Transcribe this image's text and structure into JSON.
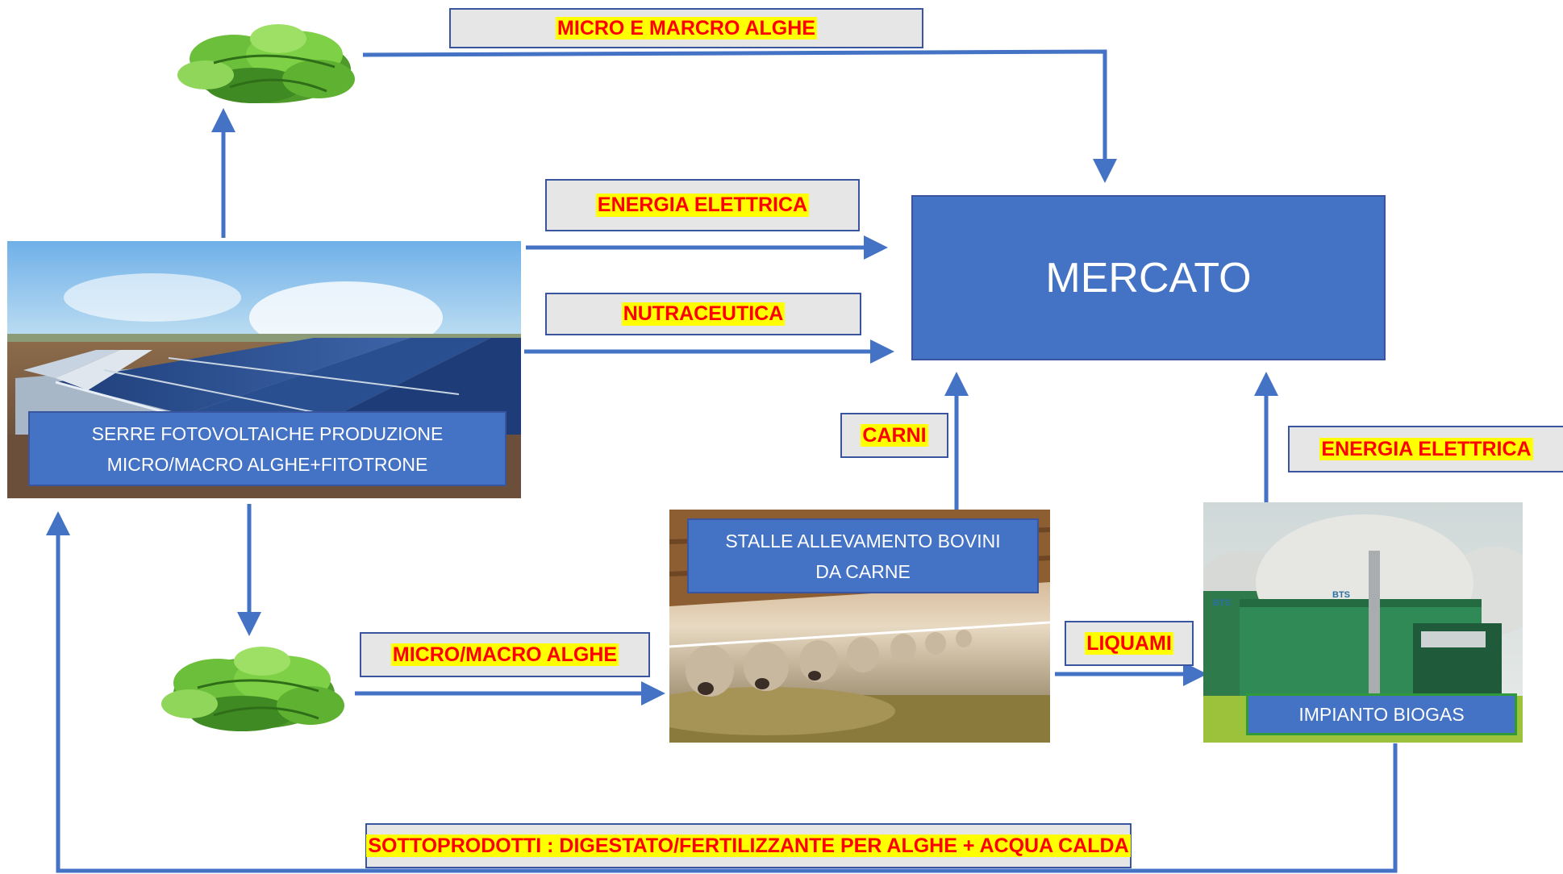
{
  "market": {
    "label": "MERCATO"
  },
  "nodes": {
    "greenhouses": {
      "label_line1": "SERRE FOTOVOLTAICHE PRODUZIONE",
      "label_line2": "MICRO/MACRO ALGHE+FITOTRONE"
    },
    "stables": {
      "label_line1": "STALLE ALLEVAMENTO BOVINI",
      "label_line2": "DA CARNE"
    },
    "biogas": {
      "label": "IMPIANTO BIOGAS",
      "logo_text_left": "BTS",
      "logo_text_right": "BTS"
    }
  },
  "flows": {
    "algae_top": "MICRO E MARCRO ALGHE",
    "electric_energy_1": "ENERGIA ELETTRICA",
    "nutraceutics": "NUTRACEUTICA",
    "meat": "CARNI",
    "electric_energy_2": "ENERGIA ELETTRICA",
    "algae_bottom": "MICRO/MACRO ALGHE",
    "slurry": "LIQUAMI",
    "byproducts": "SOTTOPRODOTTI : DIGESTATO/FERTILIZZANTE PER ALGHE + ACQUA CALDA"
  },
  "colors": {
    "arrow": "#4472c4",
    "box_fill": "#4472c4",
    "label_bg": "#e6e6e6",
    "highlight": "#ffff00",
    "highlight_text": "#ff0000"
  }
}
